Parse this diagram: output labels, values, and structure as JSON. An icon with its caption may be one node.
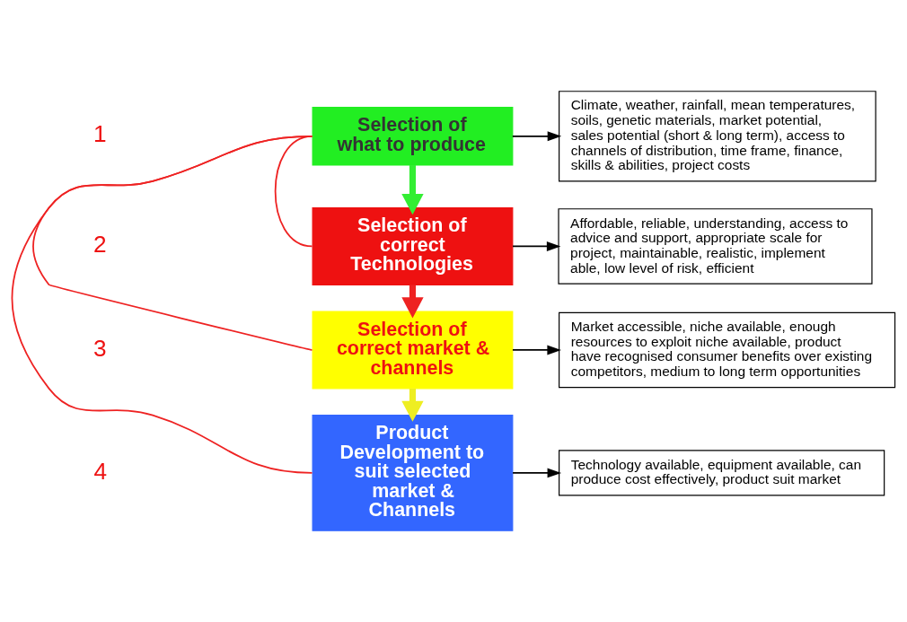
{
  "diagram": {
    "nodes": [
      {
        "text": [
          "Selection of what to produce"
        ]
      },
      {
        "text": [
          "Climate, weather, rainfall, mean temperatures, soils, genetic materials, market potential, sales potential (short & long term), access to channels of distribution, time frame, finance, skills & abilities, project costs"
        ]
      },
      {
        "text": [
          "Selection of correct Technologies"
        ]
      },
      {
        "text": [
          "Affordable, reliable, understanding, access to advice and support, appropriate scale for project, maintainable, realistic, implement able, low level of risk, efficient"
        ]
      },
      {
        "text": [
          "Selection of correct market & channels"
        ]
      },
      {
        "text": [
          "Market accessible, niche available, enough resources to exploit niche available, product have recognised consumer benefits over existing competitors, medium to long term opportunities"
        ]
      },
      {
        "text": [
          "Product Development to suit selected market & Channels"
        ]
      },
      {
        "text": [
          "Technology available, equipment available, can produce cost effectively, product suit market"
        ]
      }
    ],
    "edges": [
      {
        "from": 0,
        "to": 1,
        "arrow": "to"
      },
      {
        "from": 0,
        "to": 2,
        "arrow": "to",
        "style": "thick",
        "color": "#33ee33"
      },
      {
        "from": 2,
        "to": 3,
        "arrow": "to"
      },
      {
        "from": 2,
        "to": 4,
        "arrow": "to",
        "style": "thick",
        "color": "#ee2222"
      },
      {
        "from": 4,
        "to": 5,
        "arrow": "to"
      },
      {
        "from": 4,
        "to": 6,
        "arrow": "to",
        "style": "thick",
        "color": "#eeee22"
      },
      {
        "from": 6,
        "to": 7,
        "arrow": "to"
      },
      {
        "from": 0,
        "to": 2,
        "arrow": "none",
        "color": "#ee2222"
      },
      {
        "from": 0,
        "to": 4,
        "arrow": "none",
        "color": "#ee2222"
      },
      {
        "from": 0,
        "to": 6,
        "arrow": "none",
        "color": "#ee2222"
      }
    ],
    "labels": [
      "1",
      "2",
      "3",
      "4"
    ]
  }
}
